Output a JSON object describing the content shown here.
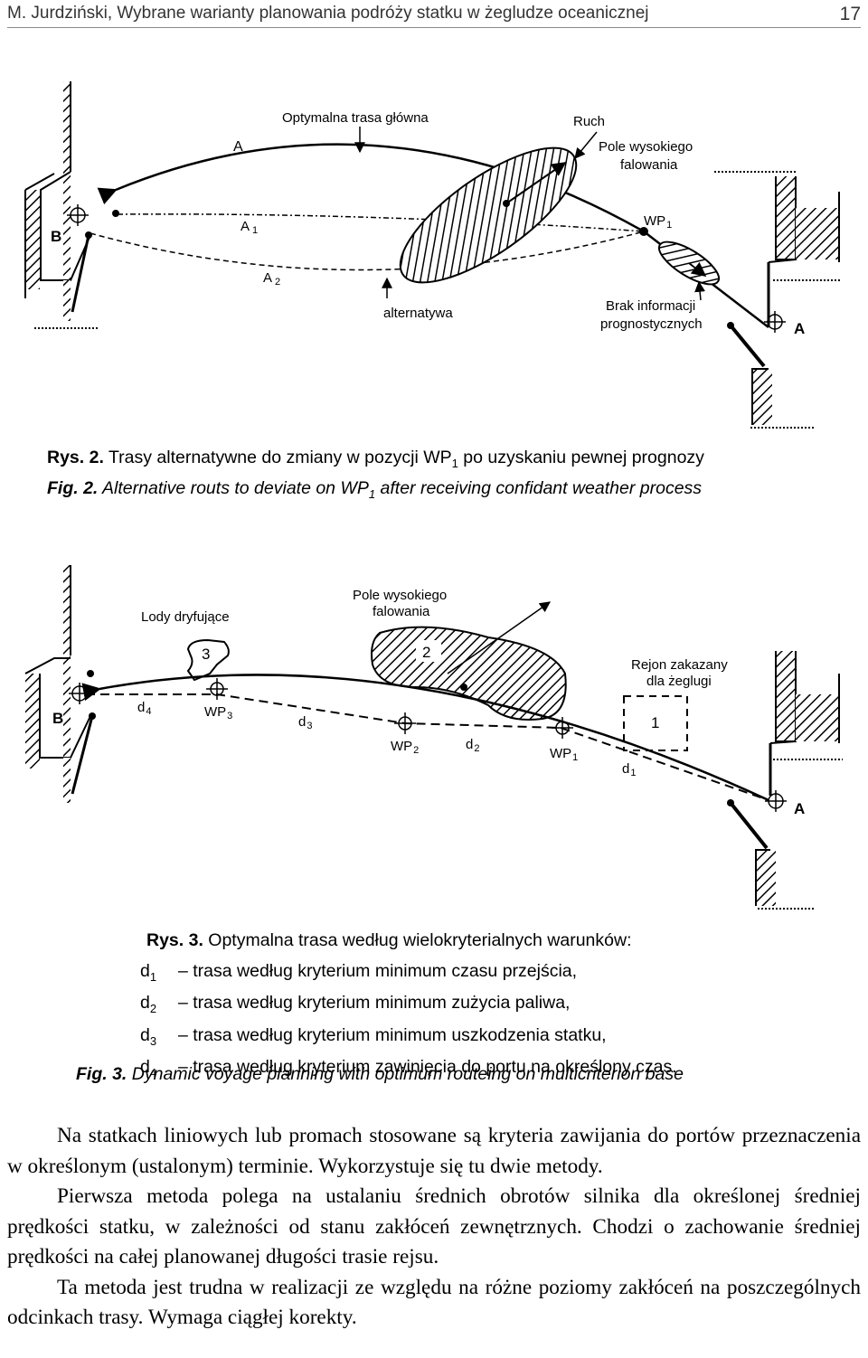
{
  "header": {
    "author_title": "M. Jurdziński, Wybrane warianty planowania podróży statku w żegludze oceanicznej",
    "page_number": "17"
  },
  "figure2": {
    "labels": {
      "main_route": "Optymalna trasa główna",
      "movement": "Ruch",
      "high_waves_line1": "Pole wysokiego",
      "high_waves_line2": "falowania",
      "point_A_top": "A",
      "point_A1": "A",
      "point_A1_sub": "1",
      "point_A2": "A",
      "point_A2_sub": "2",
      "point_B": "B",
      "wp1": "WP",
      "wp1_sub": "1",
      "no_forecast_line1": "Brak informacji",
      "no_forecast_line2": "prognostycznych",
      "alternative": "alternatywa",
      "port_A": "A"
    },
    "caption_pl_prefix": "Rys. 2.",
    "caption_pl_text_a": "Trasy alternatywne do zmiany w pozycji WP",
    "caption_pl_sub": "1",
    "caption_pl_text_b": " po uzyskaniu pewnej prognozy",
    "caption_en_prefix": "Fig. 2.",
    "caption_en_text_a": "Alternative routs to deviate on WP",
    "caption_en_sub": "1",
    "caption_en_text_b": " after receiving confidant weather process"
  },
  "figure3": {
    "labels": {
      "ice_line1": "Lody  dryfujące",
      "ice_number": "3",
      "waves_line1": "Pole wysokiego",
      "waves_line2": "falowania",
      "waves_number": "2",
      "restricted_line1": "Rejon  zakazany",
      "restricted_line2": "dla  żeglugi",
      "restricted_number": "1",
      "point_B": "B",
      "d4": "d",
      "d4_sub": "4",
      "wp3": "WP",
      "wp3_sub": "3",
      "d3": "d",
      "d3_sub": "3",
      "wp2": "WP",
      "wp2_sub": "2",
      "d2": "d",
      "d2_sub": "2",
      "wp1": "WP",
      "wp1_sub": "1",
      "d1": "d",
      "d1_sub": "1",
      "port_A": "A"
    },
    "caption_pl_prefix": "Rys. 3.",
    "caption_pl_text": "Optymalna trasa według wielokryterialnych warunków:",
    "legend": [
      {
        "sym": "d",
        "sub": "1",
        "text": "– trasa według kryterium minimum czasu przejścia,"
      },
      {
        "sym": "d",
        "sub": "2",
        "text": "– trasa według kryterium minimum zużycia paliwa,"
      },
      {
        "sym": "d",
        "sub": "3",
        "text": "– trasa według kryterium minimum uszkodzenia statku,"
      },
      {
        "sym": "d",
        "sub": "4",
        "text": "– trasa według kryterium zawinięcia do portu na określony czas."
      }
    ],
    "caption_en_prefix": "Fig. 3.",
    "caption_en_text": "Dynamic voyage planning with optimum routeing on multicriterion base"
  },
  "body": {
    "paragraphs": [
      "Na statkach liniowych lub promach stosowane są kryteria zawijania do portów przeznaczenia w określonym (ustalonym) terminie. Wykorzystuje się tu dwie metody.",
      "Pierwsza metoda polega na ustalaniu średnich obrotów silnika dla określonej średniej prędkości statku, w zależności od stanu zakłóceń zewnętrznych. Chodzi o zachowanie średniej prędkości na całej planowanej długości trasie rejsu.",
      "Ta metoda jest trudna w realizacji ze względu na różne poziomy zakłóceń na poszczególnych odcinkach trasy. Wymaga ciągłej korekty."
    ]
  }
}
